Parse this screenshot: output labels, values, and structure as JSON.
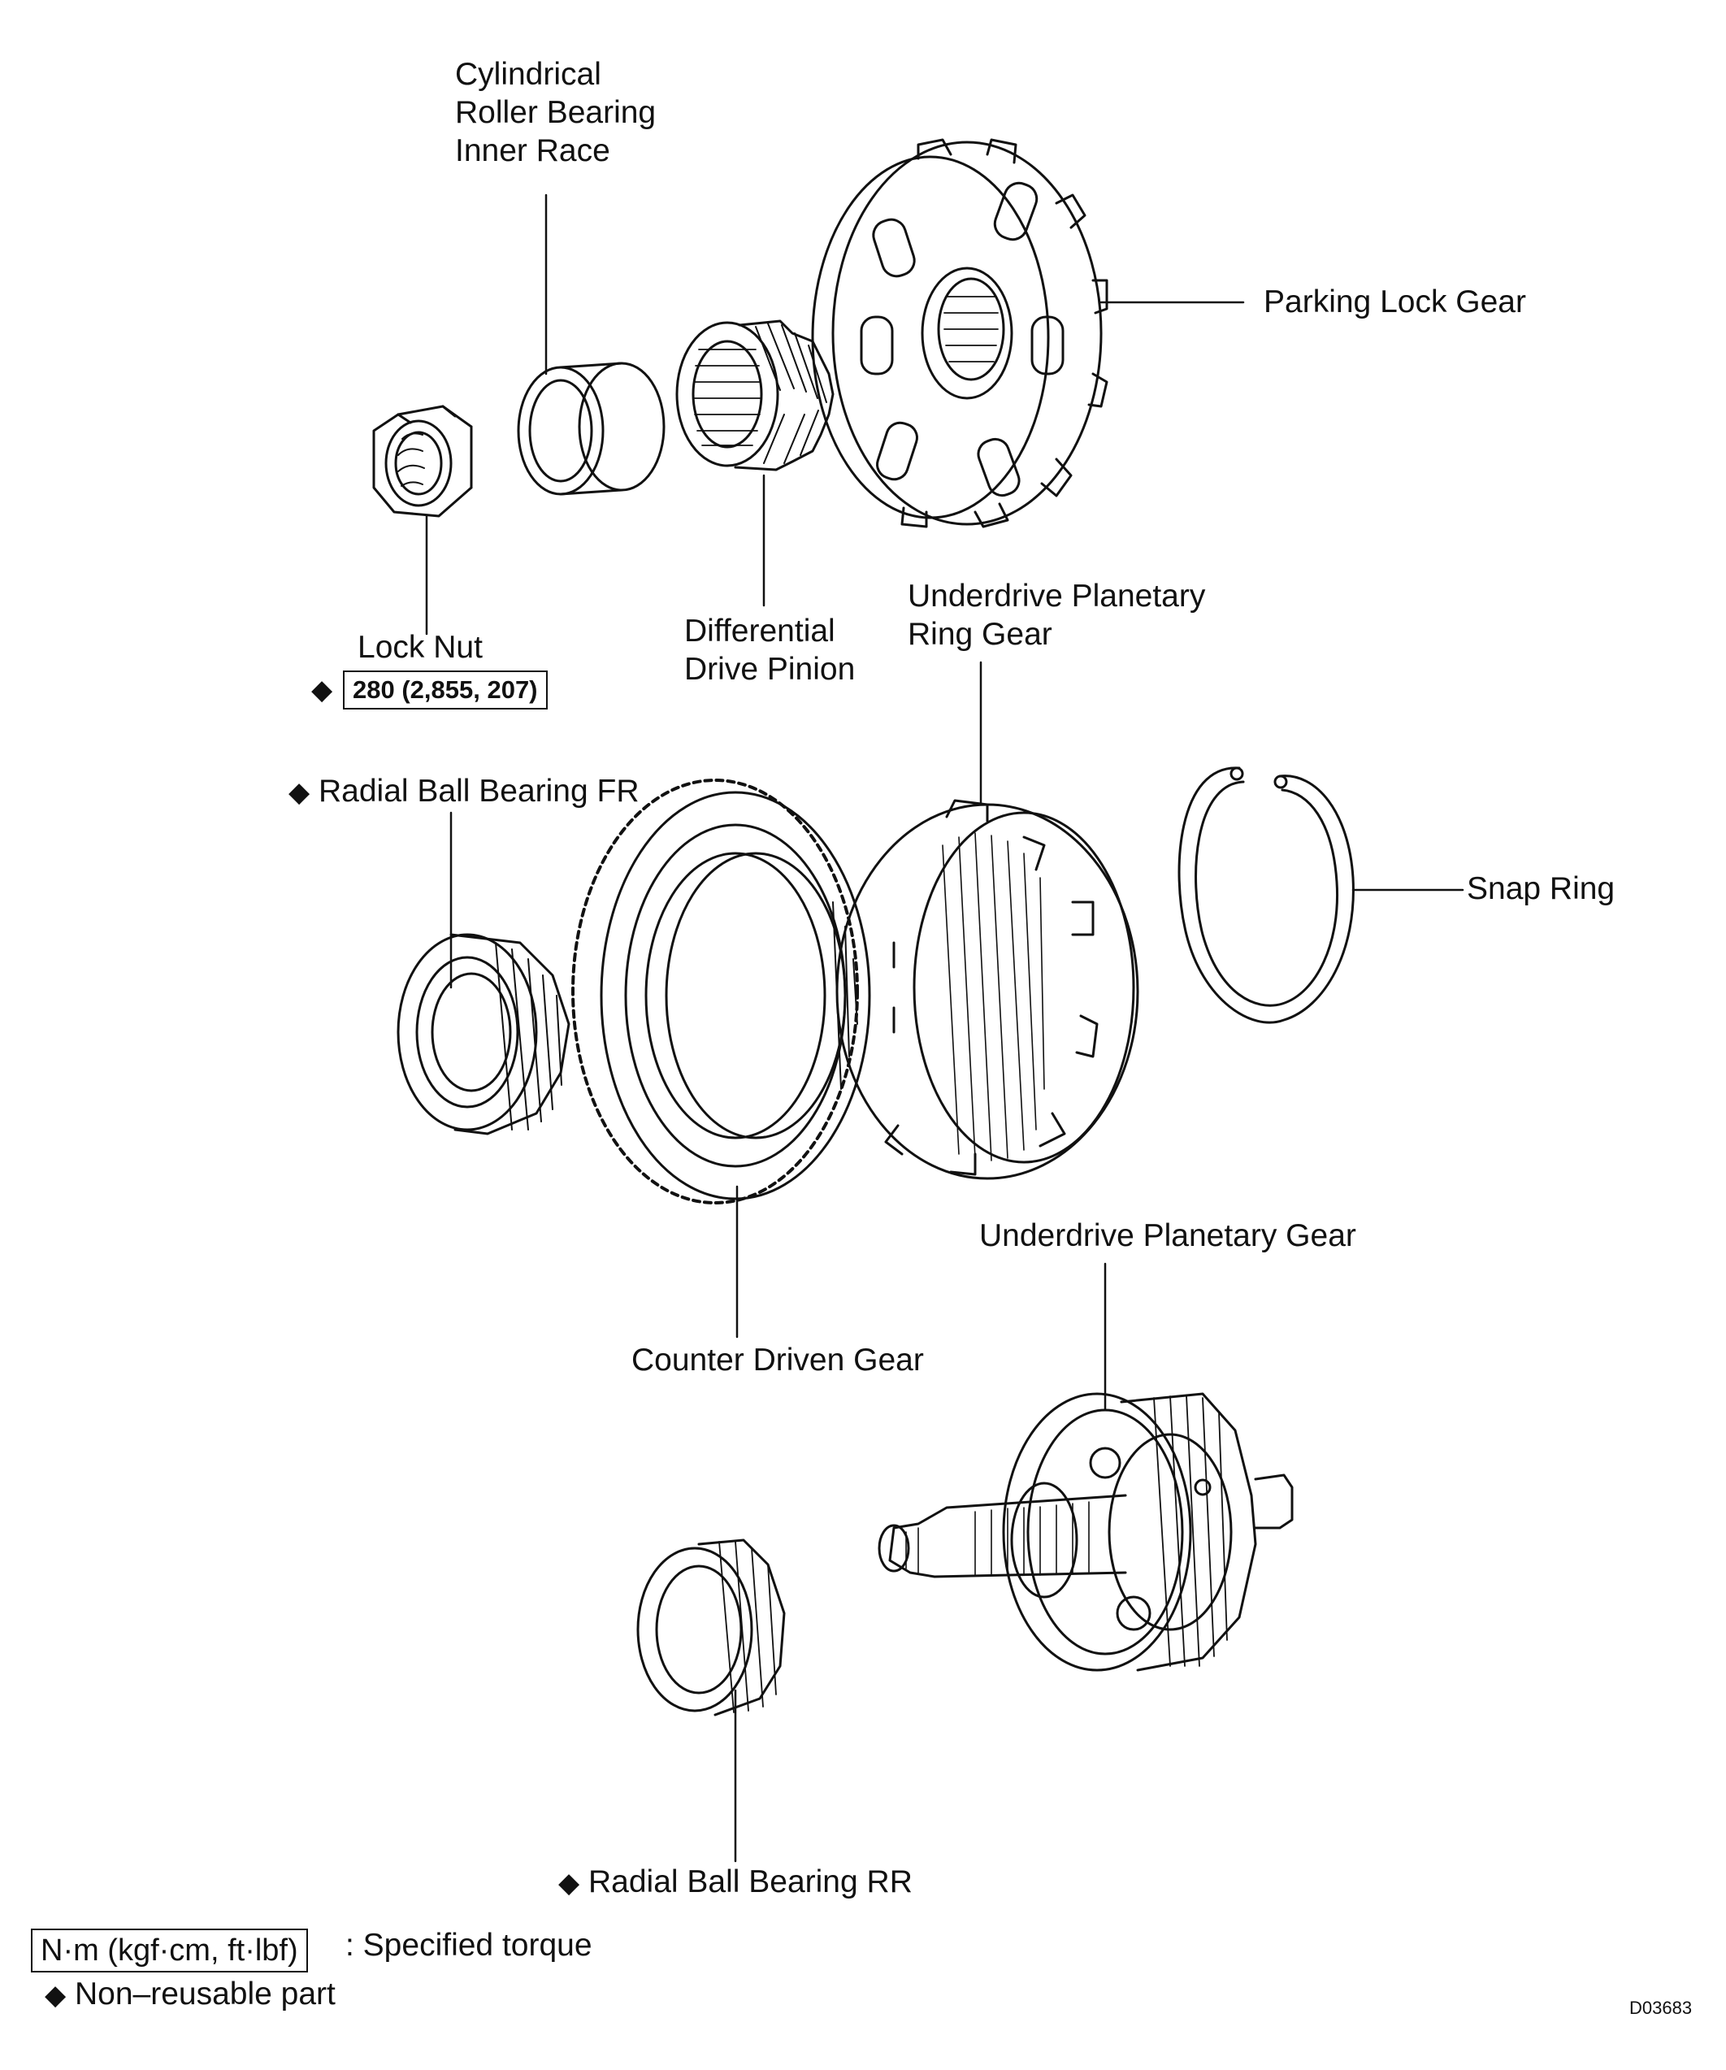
{
  "labels": {
    "inner_race": [
      "Cylindrical",
      "Roller Bearing",
      "Inner Race"
    ],
    "parking_lock_gear": "Parking Lock Gear",
    "lock_nut": "Lock Nut",
    "lock_nut_torque": "280 (2,855, 207)",
    "differential_drive_pinion": [
      "Differential",
      "Drive Pinion"
    ],
    "underdrive_ring_gear": [
      "Underdrive Planetary",
      "Ring Gear"
    ],
    "radial_bearing_fr": "Radial Ball Bearing FR",
    "snap_ring": "Snap Ring",
    "underdrive_planetary_gear": "Underdrive Planetary Gear",
    "counter_driven_gear": "Counter Driven Gear",
    "radial_bearing_rr": "Radial Ball Bearing RR"
  },
  "legend": {
    "torque_unit": "N·m (kgf·cm, ft·lbf)",
    "torque_desc": ": Specified torque",
    "nonreusable": "Non–reusable part"
  },
  "symbols": {
    "diamond": "◆"
  },
  "drawing_code": "D03683"
}
